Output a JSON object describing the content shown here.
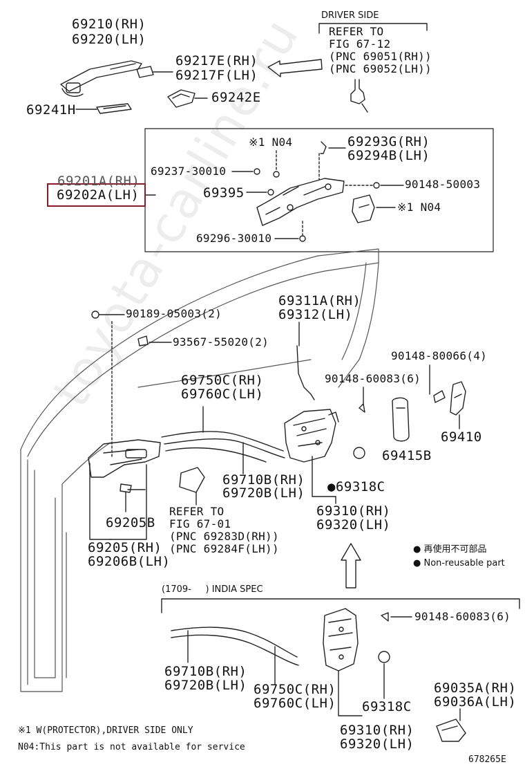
{
  "watermark": "toyota-carline.ru",
  "labels": {
    "p69210": "69210(RH)",
    "p69220": "69220(LH)",
    "p69217E": "69217E(RH)",
    "p69217F": "69217F(LH)",
    "p69242E": "69242E",
    "p69241H": "69241H",
    "driver_side": "DRIVER SIDE",
    "refer_top": [
      "REFER TO",
      "FIG 67-12",
      "(PNC 69051(RH))",
      "(PNC 69052(LH))"
    ],
    "n04_a": "※1 N04",
    "p69293G": "69293G(RH)",
    "p69294B": "69294B(LH)",
    "p69237": "69237-30010",
    "p69201A": "69201A(RH)",
    "p69202A": "69202A(LH)",
    "p90148_50003": "90148-50003",
    "p69395": "69395",
    "n04_b": "※1 N04",
    "p69296": "69296-30010",
    "p69311A": "69311A(RH)",
    "p69312": "69312(LH)",
    "p90189": "90189-05003(2)",
    "p93567": "93567-55020(2)",
    "p90148_80066": "90148-80066(4)",
    "p90148_60083_a": "90148-60083(6)",
    "p69750C_a": "69750C(RH)",
    "p69760C_a": "69760C(LH)",
    "p69410": "69410",
    "p69415B": "69415B",
    "p69710B_a": "69710B(RH)",
    "p69720B_a": "69720B(LH)",
    "p69318C_a": "●69318C",
    "p69205B": "69205B",
    "refer_mid": [
      "REFER TO",
      "FIG 67-01",
      "(PNC 69283D(RH))",
      "(PNC 69284F(LH))"
    ],
    "p69310_a": "69310(RH)",
    "p69320_a": "69320(LH)",
    "p69205": "69205(RH)",
    "p69206B": "69206B(LH)",
    "legend_jp": "● 再使用不可部品",
    "legend_en": "● Non-reusable part",
    "india_spec": "(1709-     ) INDIA SPEC",
    "p90148_60083_b": "90148-60083(6)",
    "p69710B_b": "69710B(RH)",
    "p69720B_b": "69720B(LH)",
    "p69750C_b": "69750C(RH)",
    "p69760C_b": "69760C(LH)",
    "p69035A": "69035A(RH)",
    "p69036A": "69036A(LH)",
    "p69318C_b": "69318C",
    "p69310_b": "69310(RH)",
    "p69320_b": "69320(LH)",
    "note1": "※1 W(PROTECTOR),DRIVER SIDE ONLY",
    "note2": "N04:This part is not available for service",
    "fig_code": "678265E"
  },
  "highlight_color": "#8b1a2b"
}
